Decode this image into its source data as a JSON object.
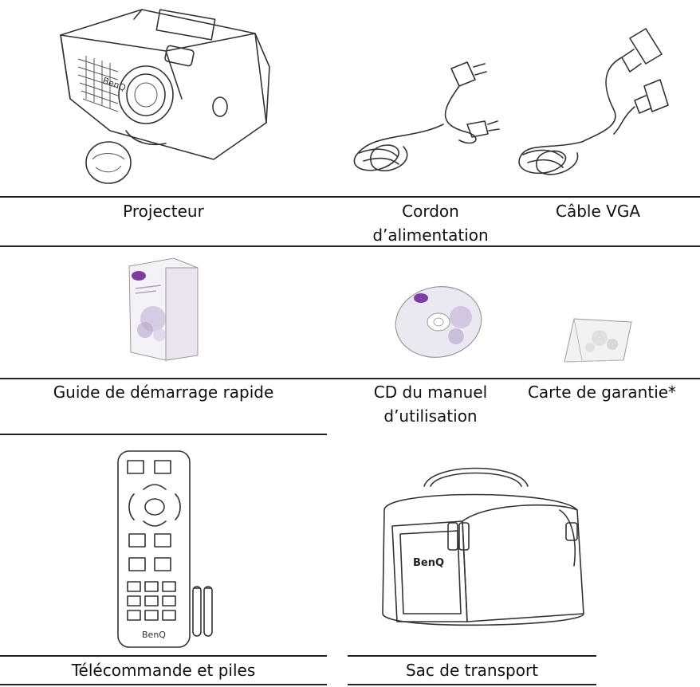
{
  "items": [
    {
      "label": "Projecteur",
      "icon": "projector-illustration"
    },
    {
      "label": "Cordon d’alimentation",
      "icon": "power-cord-illustration"
    },
    {
      "label": "Câble VGA",
      "icon": "vga-cable-illustration"
    },
    {
      "label": "Guide de démarrage rapide",
      "icon": "quick-start-guide-illustration"
    },
    {
      "label": "CD du manuel d’utilisation",
      "icon": "cd-manual-illustration"
    },
    {
      "label": "Carte de garantie*",
      "icon": "warranty-card-illustration"
    },
    {
      "label": "Télécommande et piles",
      "icon": "remote-control-illustration"
    },
    {
      "label": "Sac de transport",
      "icon": "carry-bag-illustration"
    }
  ],
  "brand": {
    "logo_text": "BenQ",
    "accent": "#7b3fa0"
  }
}
